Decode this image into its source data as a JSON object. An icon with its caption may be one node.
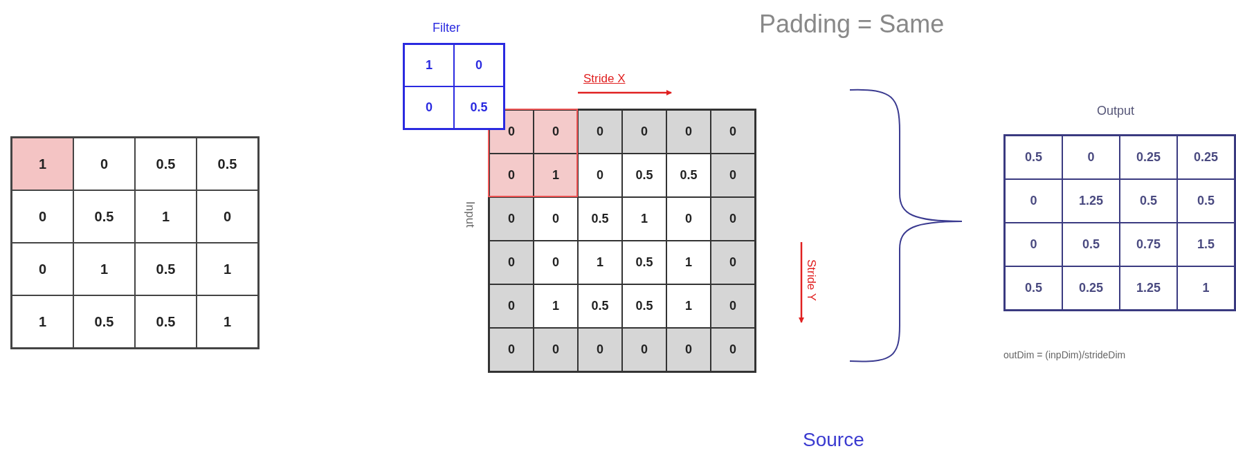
{
  "diagram": {
    "title": "Padding = Same",
    "labels": [
      "1",
      "0",
      "0.5",
      "0.5",
      "0",
      "0.5",
      "1",
      "0",
      "0",
      "1",
      "0.5",
      "1",
      "1",
      "0.5",
      "0.5",
      "1",
      "Filter",
      "1",
      "0",
      "0",
      "0.5",
      "Stride X",
      "Input",
      "0",
      "0",
      "0",
      "0",
      "0",
      "0",
      "0",
      "1",
      "0",
      "0.5",
      "0.5",
      "0",
      "0",
      "0",
      "0.5",
      "1",
      "0",
      "0",
      "0",
      "0",
      "1",
      "0.5",
      "1",
      "0",
      "0",
      "1",
      "0.5",
      "0.5",
      "1",
      "0",
      "0",
      "0",
      "0",
      "0",
      "0",
      "0",
      "Stride Y",
      "Output",
      "0.5",
      "0",
      "0.25",
      "0.25",
      "0",
      "1.25",
      "0.5",
      "0.5",
      "0",
      "0.5",
      "0.75",
      "1.5",
      "0.5",
      "0.25",
      "1.25",
      "1",
      "outDim = (inpDim)/strideDim",
      "Source"
    ]
  }
}
